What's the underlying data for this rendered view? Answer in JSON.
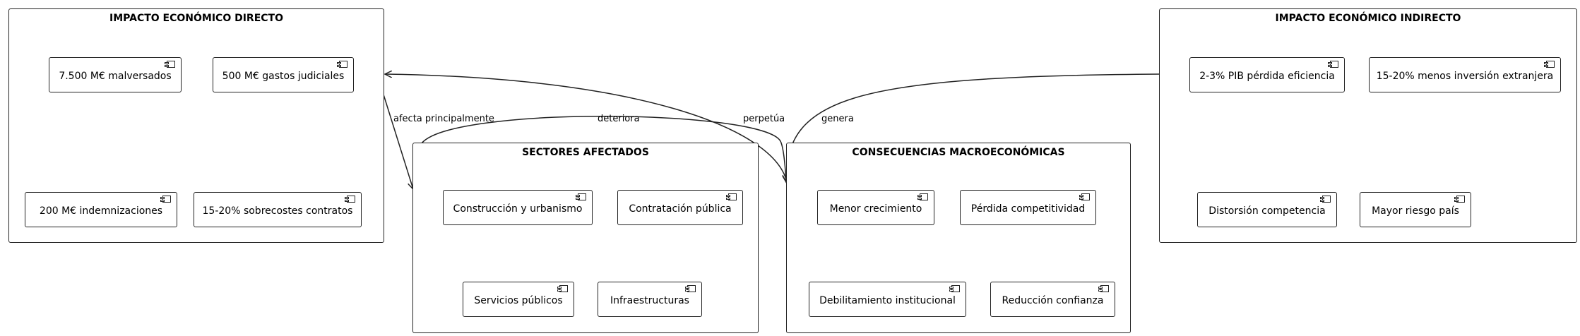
{
  "packages": {
    "directo": {
      "title": "IMPACTO ECONÓMICO DIRECTO",
      "components": [
        "7.500 M€ malversados",
        "500 M€ gastos judiciales",
        "200 M€ indemnizaciones",
        "15-20% sobrecostes contratos"
      ]
    },
    "indirecto": {
      "title": "IMPACTO ECONÓMICO INDIRECTO",
      "components": [
        "2-3% PIB pérdida eficiencia",
        "15-20% menos inversión extranjera",
        "Distorsión competencia",
        "Mayor riesgo país"
      ]
    },
    "sectores": {
      "title": "SECTORES AFECTADOS",
      "components": [
        "Construcción y urbanismo",
        "Contratación pública",
        "Servicios públicos",
        "Infraestructuras"
      ]
    },
    "consecuencias": {
      "title": "CONSECUENCIAS MACROECONÓMICAS",
      "components": [
        "Menor crecimiento",
        "Pérdida competitividad",
        "Debilitamiento institucional",
        "Reducción confianza"
      ]
    }
  },
  "edges": {
    "afecta": "afecta principalmente",
    "deteriora": "deteriora",
    "perpetua": "perpetúa",
    "genera": "genera"
  }
}
